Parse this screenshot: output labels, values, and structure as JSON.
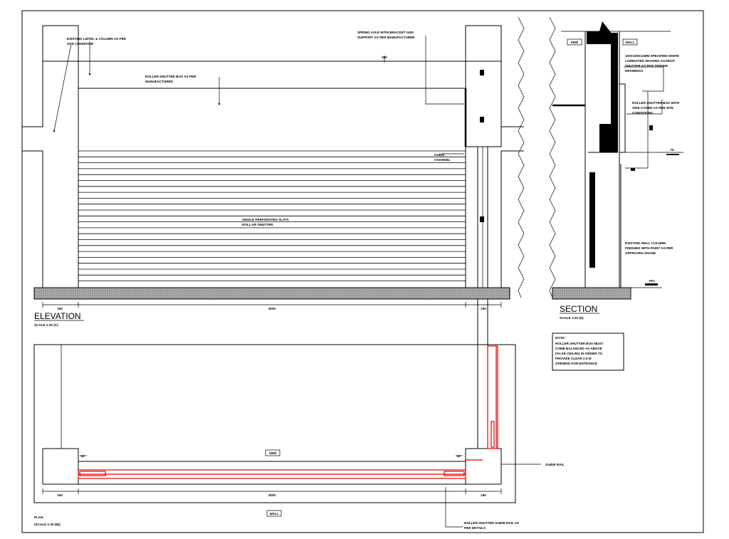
{
  "elevation": {
    "title": "ELEVATION",
    "scale": "SCALE 1:20 (C)",
    "labels": {
      "top_left_a": "EXISTING LINTEL & COLUMN AS PER",
      "top_left_b": "SITE CONDITION",
      "center_a": "ROLLER SHUTTER BOX AS PER",
      "center_b": "MANUFACTURER",
      "top_right_a": "SPRING AXLE WITH BRACKET AND",
      "top_right_b": "SUPPORT AS PER MANUFACTURER",
      "dim_top": "300",
      "guide_a": "GUIDE",
      "guide_b": "CHANNEL",
      "shutter_a": "SINGLE PERFORATED SLATS",
      "shutter_b": "ROLL-UP SHUTTER",
      "dim_left": "150",
      "dim_center": "3000",
      "dim_right": "150"
    }
  },
  "section": {
    "title": "SECTION",
    "scale": "SCALE 1:20 (D)",
    "labels": {
      "side": "SIDE",
      "wall": "WALL",
      "note1_a": "100X100X12MM SPECIFIED WHITE",
      "note1_b": "LAMINATED SHAVING AGAINST",
      "note1_c": "SHUTTER AS PER TENDER",
      "note1_d": "DRAWINGS",
      "note2_a": "ROLLER SHUTTER BOX WITH",
      "note2_b": "SIDE COVER AS PER SITE",
      "note2_c": "CONDITIONS",
      "dim": "75",
      "note3_a": "EXISTING WALL COLUMN",
      "note3_b": "FINISHED WITH PAINT AS PER",
      "note3_c": "APPROVED SHADE",
      "floor": "FFL"
    }
  },
  "note": {
    "heading": "NOTE :",
    "line1": "ROLLER SHUTTER BOX MUST",
    "line2": "COME BALANCED AS ABOVE",
    "line3": "FALSE CEILING IN ORDER TO",
    "line4": "PROVIDE CLEAR 2.5 M",
    "line5": "OPENING FOR ENTRANCE"
  },
  "plan": {
    "title": "PLAN",
    "scale": "(SCALE 1:20 (B))",
    "labels": {
      "side": "SIDE",
      "wall": "WALL",
      "channel": "GUIDE RAIL",
      "bottom_a": "ROLLER SHUTTER GUIDE RAIL AS",
      "bottom_b": "PER DETAILS",
      "dim_left": "150",
      "dim_center": "3000",
      "dim_right": "150",
      "mark_left": "12",
      "mark_right": "12"
    }
  }
}
